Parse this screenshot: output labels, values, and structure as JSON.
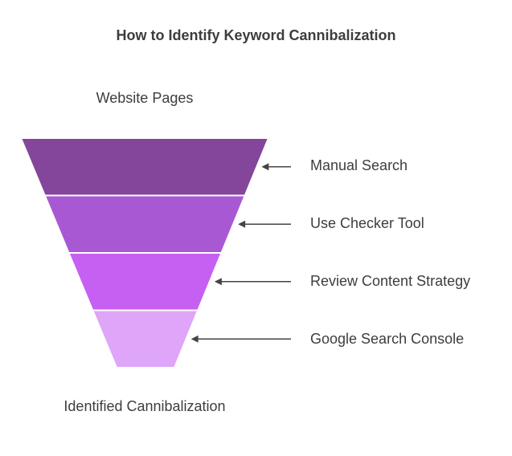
{
  "title": "How to Identify Keyword Cannibalization",
  "top_label": "Website Pages",
  "bottom_label": "Identified Cannibalization",
  "stages": [
    {
      "label": "Manual Search",
      "color": "#83469b"
    },
    {
      "label": "Use Checker Tool",
      "color": "#a958d4"
    },
    {
      "label": "Review Content Strategy",
      "color": "#c560f2"
    },
    {
      "label": "Google Search Console",
      "color": "#dfa5f9"
    }
  ],
  "colors": {
    "arrow": "#444444",
    "text": "#3d3d3d"
  }
}
